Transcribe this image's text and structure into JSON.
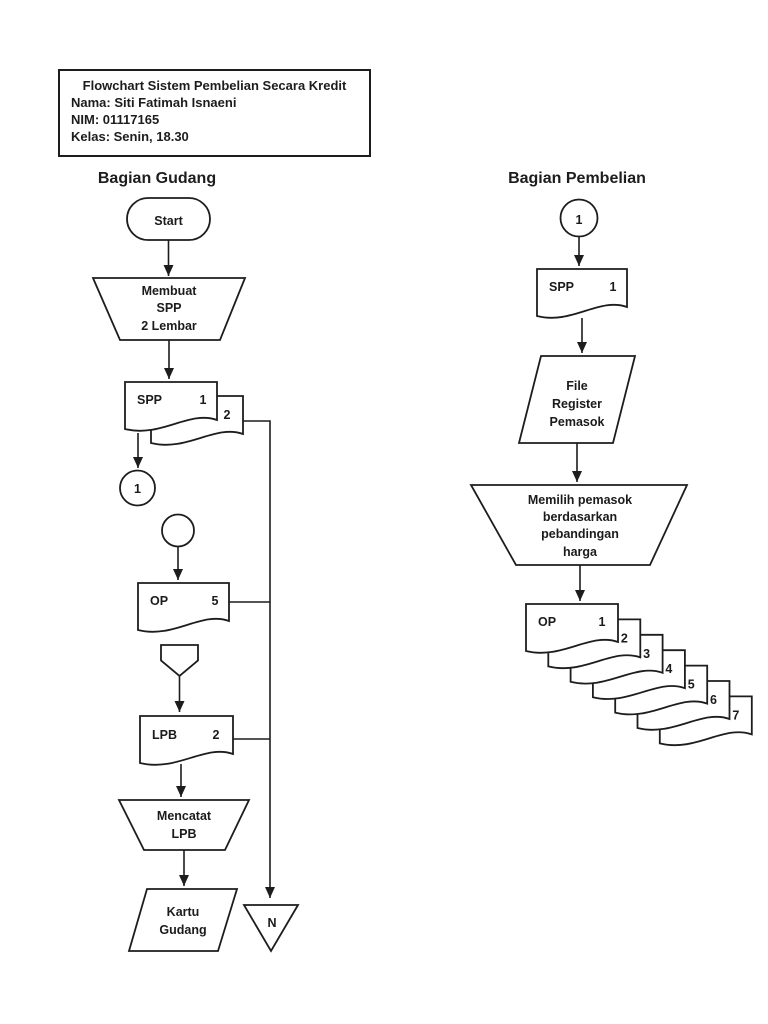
{
  "page": {
    "background": "#ffffff",
    "ink": "#1d1d1d"
  },
  "title_box": {
    "line1": "Flowchart Sistem Pembelian Secara Kredit",
    "line2": "Nama: Siti Fatimah Isnaeni",
    "line3": "NIM: 01117165",
    "line4": "Kelas: Senin, 18.30"
  },
  "gudang": {
    "header": "Bagian Gudang",
    "start_label": "Start",
    "membuat_spp": {
      "line1": "Membuat",
      "line2": "SPP",
      "line3": "2 Lembar"
    },
    "spp_doc": {
      "label": "SPP",
      "copy_front": "1",
      "copy_back": "2"
    },
    "connector_to_pembelian": "1",
    "op_doc": {
      "label": "OP",
      "copy": "5"
    },
    "lpb_doc": {
      "label": "LPB",
      "copy": "2"
    },
    "mencatat_lpb": {
      "line1": "Mencatat",
      "line2": "LPB"
    },
    "kartu_gudang": {
      "line1": "Kartu",
      "line2": "Gudang"
    },
    "archive_label": "N"
  },
  "pembelian": {
    "header": "Bagian Pembelian",
    "connector_from_gudang": "1",
    "spp_doc": {
      "label": "SPP",
      "copy": "1"
    },
    "file_register": {
      "line1": "File",
      "line2": "Register",
      "line3": "Pemasok"
    },
    "memilih_pemasok": {
      "line1": "Memilih pemasok",
      "line2": "berdasarkan",
      "line3": "pebandingan",
      "line4": "harga"
    },
    "op_stack": {
      "label": "OP",
      "copies": [
        "1",
        "2",
        "3",
        "4",
        "5",
        "6",
        "7"
      ]
    }
  }
}
